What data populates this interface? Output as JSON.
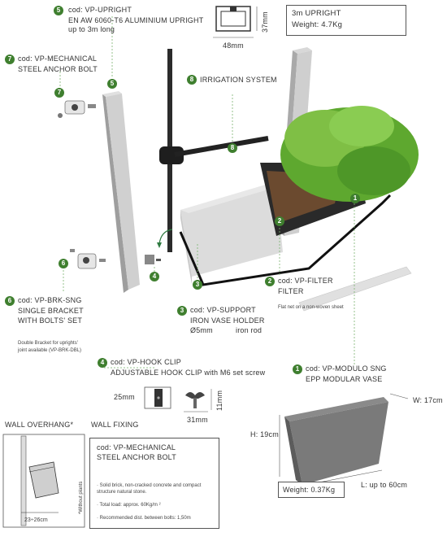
{
  "profile": {
    "height_label": "37mm",
    "width_label": "48mm"
  },
  "upright_box": {
    "title": "3m UPRIGHT",
    "weight": "Weight: 4.7Kg"
  },
  "c5": {
    "num": "5",
    "cod": "cod: VP-UPRIGHT",
    "l1": "EN AW 6060-T6 ALUMINIUM UPRIGHT",
    "l2": "up to 3m long",
    "marker": "5"
  },
  "c7": {
    "num": "7",
    "cod": "cod: VP-MECHANICAL",
    "l1": "STEEL ANCHOR BOLT",
    "marker": "7"
  },
  "c8": {
    "num": "8",
    "l1": "IRRIGATION SYSTEM",
    "marker": "8"
  },
  "c6": {
    "num": "6",
    "cod": "cod: VP-BRK-SNG",
    "l1": "SINGLE BRACKET",
    "l2": "WITH BOLTS' SET",
    "note1": "Double Bracket for uprights'",
    "note2": "joint available (VP-BRK-DBL)",
    "marker": "6"
  },
  "c3": {
    "num": "3",
    "cod": "cod: VP-SUPPORT",
    "l1": "IRON VASE HOLDER",
    "l2a": "Ø5mm",
    "l2b": "iron rod",
    "marker": "3"
  },
  "c2": {
    "num": "2",
    "cod": "cod: VP-FILTER",
    "l1": "FILTER",
    "note": "Flat net on a non-woven sheet",
    "marker": "2"
  },
  "c4": {
    "num": "4",
    "cod": "cod: VP-HOOK CLIP",
    "l1": "ADJUSTABLE HOOK CLIP with M6 set screw",
    "marker": "4"
  },
  "c1": {
    "num": "1",
    "cod": "cod: VP-MODULO SNG",
    "l1": "EPP MODULAR VASE",
    "marker": "1"
  },
  "hook_dims": {
    "w": "25mm",
    "b": "31mm",
    "h": "11mm"
  },
  "vase_dims": {
    "w": "W: 17cm",
    "h": "H: 19cm",
    "l": "L: up to  60cm",
    "weight": "Weight: 0.37Kg"
  },
  "wall_overhang": {
    "title": "WALL OVERHANG*",
    "dim": "23÷26cm",
    "note": "*Without plants"
  },
  "wall_fixing": {
    "title": "WALL FIXING",
    "cod": "cod:  VP-MECHANICAL",
    "l1": "STEEL ANCHOR BOLT",
    "n1a": "· Solid brick, non-cracked concrete and compact",
    "n1b": "structure natural stone.",
    "n2": "· Total load: approx. 60Kg/m  ²",
    "n3": "· Recommended dist. between bolts: 1,50m"
  }
}
